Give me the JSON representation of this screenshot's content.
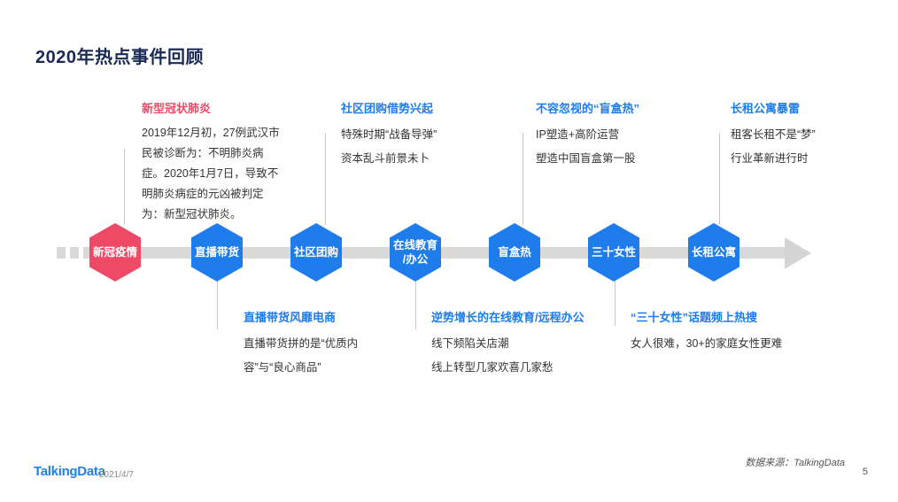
{
  "slide": {
    "title": "2020年热点事件回顾",
    "footer": {
      "logo": "TalkingData",
      "date": "2021/4/7",
      "source": "数据来源：TalkingData",
      "page": "5"
    }
  },
  "colors": {
    "accent_blue": "#1E7CEB",
    "accent_red": "#EE4A66",
    "title_navy": "#1B2A55",
    "timeline_gray": "#D9D9D9"
  },
  "timeline": {
    "nodes": [
      {
        "label": "新冠疫情",
        "color": "red"
      },
      {
        "label": "直播带货",
        "color": "blue"
      },
      {
        "label": "社区团购",
        "color": "blue"
      },
      {
        "label": "在线教育\n/办公",
        "color": "blue"
      },
      {
        "label": "盲盒热",
        "color": "blue"
      },
      {
        "label": "三十女性",
        "color": "blue"
      },
      {
        "label": "长租公寓",
        "color": "blue"
      }
    ]
  },
  "annotations_top": [
    {
      "title": "新型冠状肺炎",
      "body": "2019年12月初，27例武汉市民被诊断为：不明肺炎病症。2020年1月7日，导致不明肺炎病症的元凶被判定为：新型冠状肺炎。"
    },
    {
      "title": "社区团购借势兴起",
      "lines": [
        "特殊时期“战备导弹”",
        "资本乱斗前景未卜"
      ]
    },
    {
      "title": "不容忽视的“盲盒热”",
      "lines": [
        "IP塑造+高阶运营",
        "塑造中国盲盒第一股"
      ]
    },
    {
      "title": "长租公寓暴雷",
      "lines": [
        "租客长租不是“梦”",
        "行业革新进行时"
      ]
    }
  ],
  "annotations_bottom": [
    {
      "title": "直播带货风靡电商",
      "body": "直播带货拼的是“优质内容”与“良心商品”"
    },
    {
      "title": "逆势增长的在线教育/远程办公",
      "lines": [
        "线下频陷关店潮",
        "线上转型几家欢喜几家愁"
      ]
    },
    {
      "title": "“三十女性”话题频上热搜",
      "lines": [
        "女人很难，30+的家庭女性更难"
      ]
    }
  ]
}
